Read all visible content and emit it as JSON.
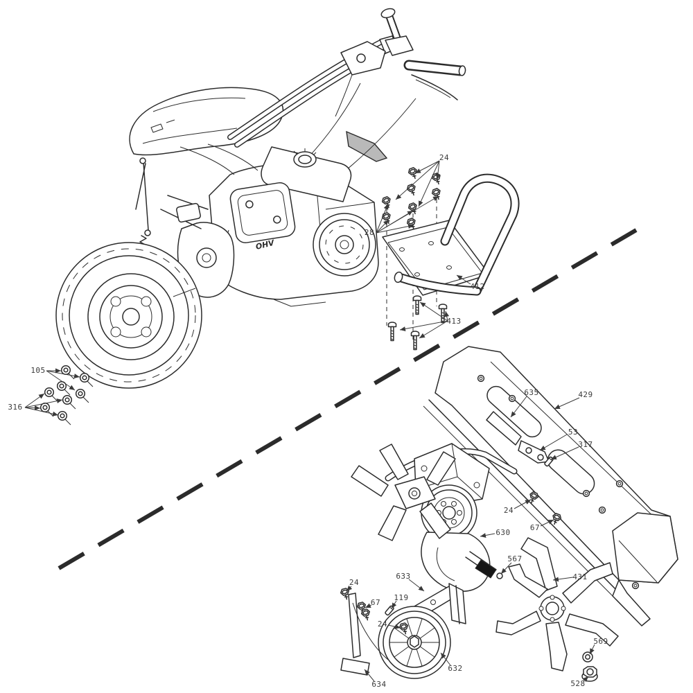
{
  "page": {
    "background": "#ffffff",
    "line_color": "#2b2b2b",
    "label_color": "#3a3a3a",
    "type": "exploded-parts-diagram"
  },
  "drawing": {
    "engine_decal": "OHV",
    "sections": [
      "walk-behind-tractor",
      "tiller-attachment"
    ]
  },
  "callouts": [
    {
      "id": "24"
    },
    {
      "id": "28"
    },
    {
      "id": "412"
    },
    {
      "id": "413"
    },
    {
      "id": "105"
    },
    {
      "id": "316"
    },
    {
      "id": "635"
    },
    {
      "id": "429"
    },
    {
      "id": "53"
    },
    {
      "id": "317"
    },
    {
      "id": "24"
    },
    {
      "id": "67"
    },
    {
      "id": "630"
    },
    {
      "id": "567"
    },
    {
      "id": "431"
    },
    {
      "id": "633"
    },
    {
      "id": "24"
    },
    {
      "id": "67"
    },
    {
      "id": "119"
    },
    {
      "id": "24"
    },
    {
      "id": "632"
    },
    {
      "id": "634"
    },
    {
      "id": "569"
    },
    {
      "id": "528"
    }
  ]
}
